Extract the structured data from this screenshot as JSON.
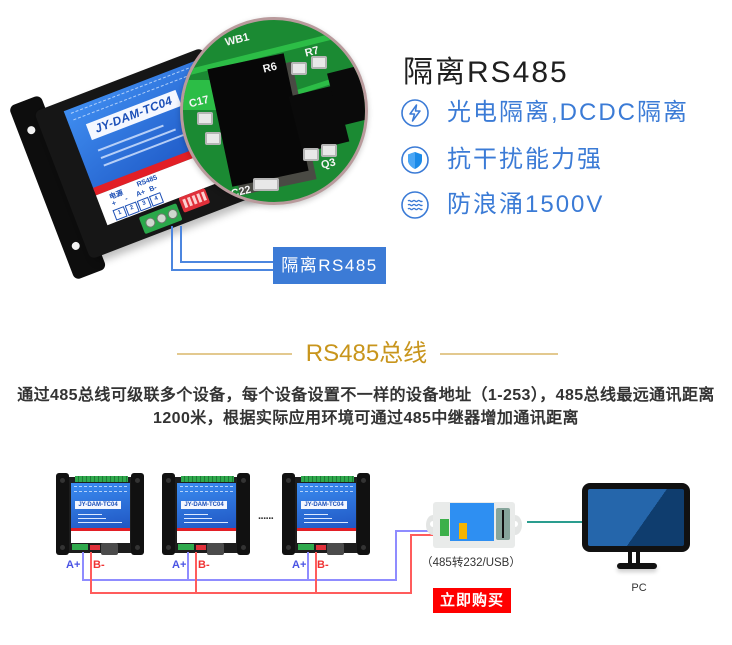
{
  "hero": {
    "device_model": "JY-DAM-TC04",
    "device_panel": {
      "power_label": "电源",
      "rs485_label": "RS485",
      "pin_signs": [
        "+",
        "-",
        "A+",
        "B-"
      ],
      "pin_numbers": [
        "1",
        "2",
        "3",
        "4"
      ]
    },
    "pcb_labels": [
      "WB1",
      "R6",
      "R7",
      "C17",
      "Q3",
      "C22"
    ],
    "callout_label": "隔离RS485"
  },
  "features": {
    "title": "隔离RS485",
    "items": [
      {
        "icon": "lightning-icon",
        "text": "光电隔离,DCDC隔离"
      },
      {
        "icon": "shield-icon",
        "text": "抗干扰能力强"
      },
      {
        "icon": "wave-icon",
        "text": "防浪涌1500V"
      }
    ]
  },
  "section": {
    "heading": "RS485总线",
    "description_lines": [
      "通过485总线可级联多个设备，每个设备设置不一样的设备地址（1-253），485总线最远通讯距离",
      "1200米，根据实际应用环境可通过485中继器增加通讯距离"
    ]
  },
  "diagram": {
    "devices": [
      {
        "model": "JY-DAM-TC04",
        "a_label": "A+",
        "b_label": "B-"
      },
      {
        "model": "JY-DAM-TC04",
        "a_label": "A+",
        "b_label": "B-"
      },
      {
        "model": "JY-DAM-TC04",
        "a_label": "A+",
        "b_label": "B-"
      }
    ],
    "ellipsis": "......",
    "converter_label": "（485转232/USB）",
    "pc_label": "PC",
    "buy_button": "立即购买"
  },
  "colors": {
    "feature_blue": "#3b7bd6",
    "callout_blue": "#3c7bd6",
    "heading_gold": "#c8951c",
    "heading_rule": "#e3c98f",
    "wire_a": "#8f8cff",
    "wire_b": "#ff5c5c",
    "link_teal": "#2a9d8f",
    "buy_red": "#ff0000"
  }
}
